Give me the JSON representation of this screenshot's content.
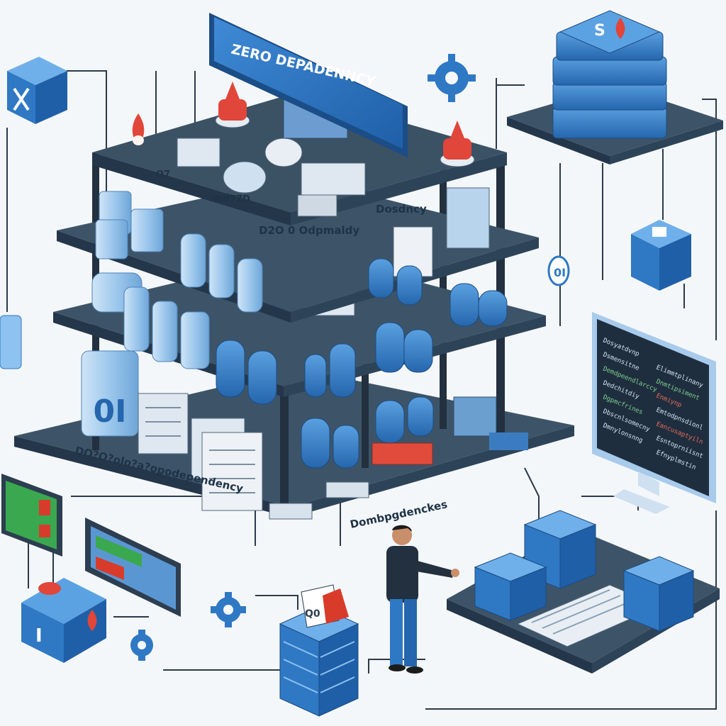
{
  "banner": {
    "title": "ZERO DEPADENNCY"
  },
  "building": {
    "floor_labels": [
      "D2O 0 Odpmaldy",
      "Dosdncy",
      "DO?O?olo?a?opodependency",
      "Dombpgdenckes",
      "Q7",
      "Wd7ZD"
    ],
    "tank_label": "0I"
  },
  "server_top": {
    "badge": "S"
  },
  "chip_code": "0I",
  "small_box": {
    "badge": "I"
  },
  "center_stack": {
    "badge": "Q0"
  },
  "monitor": {
    "lines": [
      {
        "left": "Dosyatdvnp",
        "right": "Elimmtplinany"
      },
      {
        "left": "Dsmensitne",
        "right": "Dnmtipsiment"
      },
      {
        "left": "Demdpeendlarccy",
        "right": "Enmiynp"
      },
      {
        "left": "Dedchitdiy",
        "right": "Emtodpnsdionl"
      },
      {
        "left": "Dgpmcfrines",
        "right": "Eancusaptyiln"
      },
      {
        "left": "Dbscnlsomecny",
        "right": "Esntoprniisnt"
      },
      {
        "left": "Dmnylonsnng",
        "right": "Efnyplmstin"
      }
    ]
  },
  "colors": {
    "accent": "#2f78c4",
    "dark": "#2c3e50",
    "slate": "#3d5468",
    "warning": "#d93b2b",
    "green": "#3aa84f",
    "background": "#f4f7fa"
  },
  "icons": [
    "gear-icon",
    "wrench-icon",
    "flame-icon",
    "gear-icon"
  ]
}
